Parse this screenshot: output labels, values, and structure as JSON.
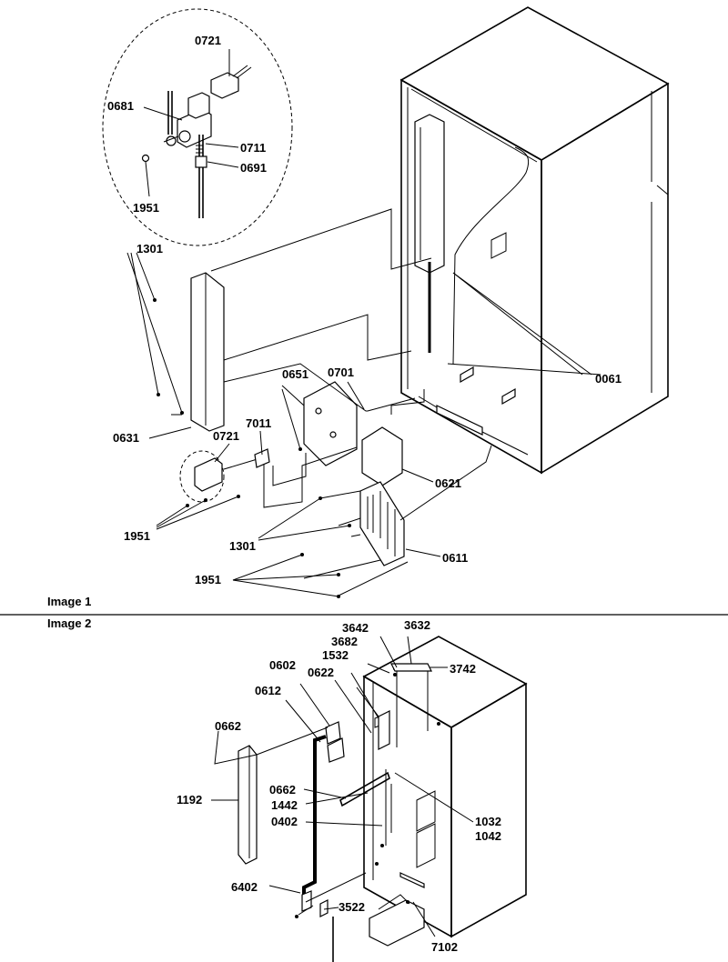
{
  "captions": {
    "image1": "Image 1",
    "image2": "Image 2"
  },
  "image1": {
    "labels": [
      "0721",
      "0681",
      "0711",
      "0691",
      "1951",
      "1301",
      "0651",
      "0701",
      "0061",
      "0631",
      "0721",
      "7011",
      "0621",
      "1951",
      "1301",
      "0611",
      "1951"
    ]
  },
  "image2": {
    "labels": [
      "3642",
      "3632",
      "3682",
      "1532",
      "0602",
      "0622",
      "3742",
      "0612",
      "0662",
      "1192",
      "0662",
      "1442",
      "0402",
      "1032",
      "1042",
      "6402",
      "3522",
      "7102"
    ]
  }
}
